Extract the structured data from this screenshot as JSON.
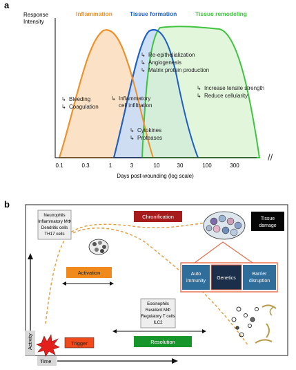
{
  "panel_a": {
    "letter": "a",
    "y_axis_label_line1": "Response",
    "y_axis_label_line2": "Intensity",
    "x_axis_label": "Days post-wounding (log scale)",
    "x_ticks": [
      "0.1",
      "0.3",
      "1",
      "3",
      "10",
      "30",
      "100",
      "300"
    ],
    "phases": {
      "inflammation": {
        "label": "Inflammation",
        "color": "#f0902a",
        "fill": "#fbe2c6"
      },
      "tissue_formation": {
        "label": "Tissue formation",
        "color": "#1f5fc7",
        "fill": "#c9ddf6"
      },
      "tissue_remodeling": {
        "label": "Tissue remodeling",
        "color": "#3ec43e",
        "fill": "#d7f3cf"
      }
    },
    "notes": {
      "bleeding": "Bleeding",
      "coagulation": "Coagulation",
      "inflammatory_1": "Inflammatory",
      "inflammatory_2": "cell infiltration",
      "cytokines": "Cytokines",
      "proteases": "Proteases",
      "reepi": "Re-epithelialization",
      "angio": "Angiogenesis",
      "matrix": "Matrix protein production",
      "tensile": "Increase tensile strength",
      "cellularity": "Reduce cellularity"
    },
    "arrow_glyph": "↳"
  },
  "panel_b": {
    "letter": "b",
    "box_cells_1": {
      "line1": "Neutrophils",
      "line2": "Inflammatory MΦ",
      "line3": "Dendritic cells",
      "line4": "TH17 cells"
    },
    "box_cells_2": {
      "line1": "Eosinophils",
      "line2": "Resident MΦ",
      "line3": "Regulatory T cells",
      "line4": "ILC2"
    },
    "chronification": "Chronification",
    "tissue_damage_1": "Tissue",
    "tissue_damage_2": "damage",
    "activation": "Activation",
    "trigger": "Trigger",
    "resolution": "Resolution",
    "auto_1": "Auto",
    "auto_2": "immunity",
    "genetics": "Genetics",
    "barrier_1": "Barrier",
    "barrier_2": "disruption",
    "y_axis": "Activity",
    "x_axis": "Time",
    "colors": {
      "chronification": "#a61c1c",
      "activation": "#f08a1c",
      "trigger": "#f04a1c",
      "resolution": "#16952a",
      "factor_blue": "#2f6d9b",
      "factor_dark": "#1b2f4a",
      "dashed": "#e39a3a"
    }
  }
}
